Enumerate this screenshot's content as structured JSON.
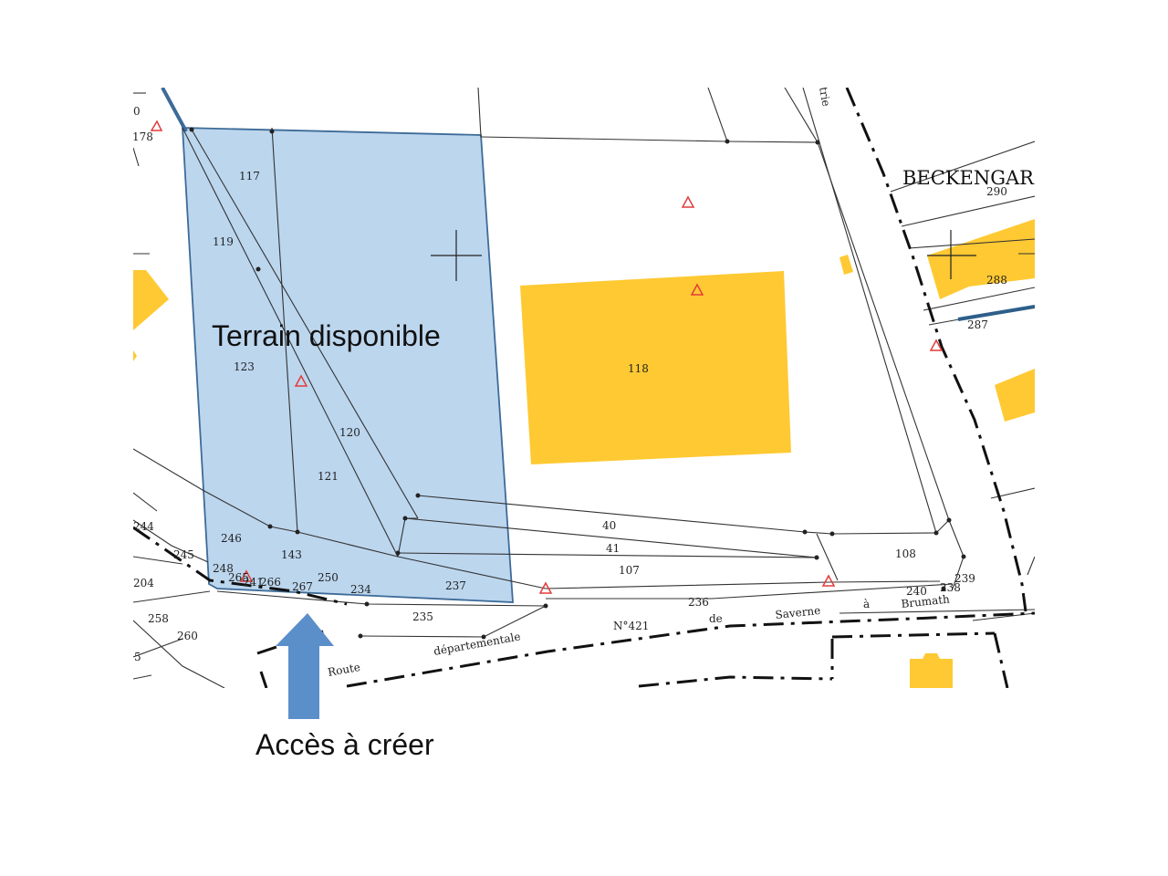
{
  "overlay": {
    "terrain_label": "Terrain disponible",
    "access_label": "Accès à créer"
  },
  "map": {
    "place_name": "BECKENGAR",
    "road_words": [
      "Route",
      "départementale",
      "N°421",
      "de",
      "Saverne",
      "à",
      "Brumath"
    ],
    "fragment_label": "trie",
    "parcels": [
      "0",
      "178",
      "117",
      "119",
      "123",
      "120",
      "121",
      "143",
      "246",
      "245",
      "244",
      "204",
      "258",
      "260",
      "5",
      "248",
      "265",
      "241",
      "266",
      "267",
      "250",
      "234",
      "237",
      "235",
      "236",
      "40",
      "41",
      "107",
      "108",
      "118",
      "239",
      "240",
      "238",
      "290",
      "288",
      "287"
    ],
    "colors": {
      "available_land": "#bcd6ee",
      "available_outline": "#3d6b98",
      "building": "#fec932",
      "arrow": "#5b8fca",
      "marker": "#e33b3b"
    }
  }
}
